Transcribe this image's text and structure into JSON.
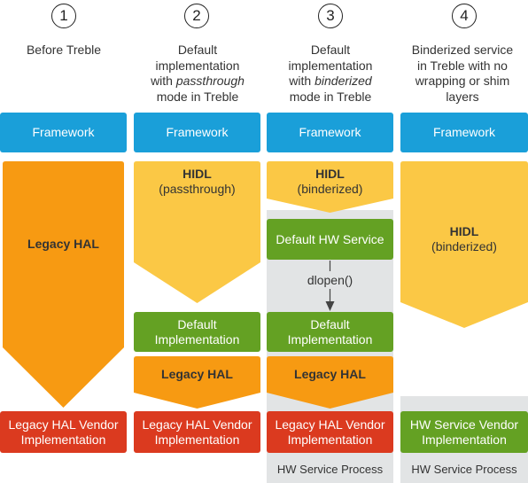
{
  "columns": [
    {
      "number": "1",
      "caption_lines": [
        "Before Treble"
      ],
      "framework": "Framework",
      "hal": "Legacy HAL",
      "vendor": [
        "Legacy HAL Vendor",
        "Implementation"
      ]
    },
    {
      "number": "2",
      "caption_lines": [
        "Default",
        "implementation",
        "with ",
        "passthrough",
        "mode in Treble"
      ],
      "framework": "Framework",
      "hidl_title": "HIDL",
      "hidl_sub": "(passthrough)",
      "default_impl": [
        "Default",
        "Implementation"
      ],
      "hal": "Legacy HAL",
      "vendor": [
        "Legacy HAL Vendor",
        "Implementation"
      ]
    },
    {
      "number": "3",
      "caption_lines": [
        "Default",
        "implementation",
        "with ",
        "binderized",
        "mode in Treble"
      ],
      "framework": "Framework",
      "hidl_title": "HIDL",
      "hidl_sub": "(binderized)",
      "service": "Default HW Service",
      "dlopen": "dlopen()",
      "default_impl": [
        "Default",
        "Implementation"
      ],
      "hal": "Legacy HAL",
      "vendor": [
        "Legacy HAL Vendor",
        "Implementation"
      ],
      "process": "HW Service Process"
    },
    {
      "number": "4",
      "caption_lines": [
        "Binderized service",
        "in Treble with no",
        "wrapping or shim",
        "layers"
      ],
      "framework": "Framework",
      "hidl_title": "HIDL",
      "hidl_sub": "(binderized)",
      "vendor": [
        "HW Service Vendor",
        "Implementation"
      ],
      "process": "HW Service Process"
    }
  ],
  "colors": {
    "framework": "#1a9fd9",
    "hidl": "#fbc845",
    "legacy_hal": "#f79a12",
    "green": "#64a123",
    "red": "#db3a1f",
    "process_panel": "#e2e4e5"
  }
}
